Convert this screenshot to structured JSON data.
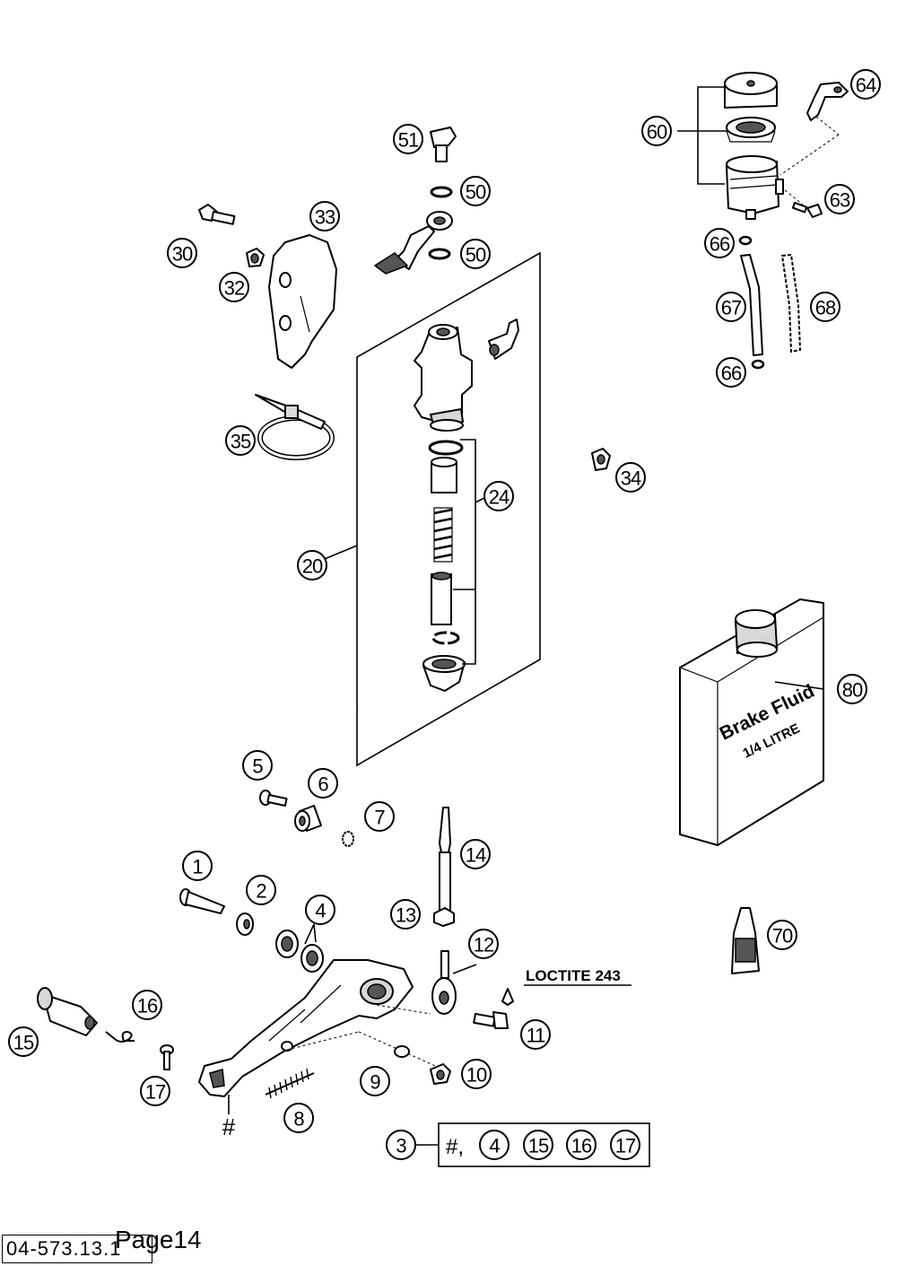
{
  "labels": {
    "loctite": "LOCTITE 243",
    "can_line1": "Brake Fluid",
    "can_line2": "1/4 LITRE",
    "kit_hash": "#,",
    "hash": "#"
  },
  "callouts": {
    "c1": "1",
    "c2": "2",
    "c3": "3",
    "c4": "4",
    "c5": "5",
    "c6": "6",
    "c7": "7",
    "c8": "8",
    "c9": "9",
    "c10": "10",
    "c11": "11",
    "c12": "12",
    "c13": "13",
    "c14": "14",
    "c15": "15",
    "c16": "16",
    "c17": "17",
    "c20": "20",
    "c24": "24",
    "c30": "30",
    "c32": "32",
    "c33": "33",
    "c34": "34",
    "c35": "35",
    "c50": "50",
    "c51": "51",
    "c60": "60",
    "c63": "63",
    "c64": "64",
    "c66": "66",
    "c67": "67",
    "c68": "68",
    "c70": "70",
    "c80": "80"
  },
  "kit": {
    "items": [
      "4",
      "15",
      "16",
      "17"
    ]
  },
  "footer": {
    "code": "04-573.13.1",
    "page": "Page14"
  }
}
